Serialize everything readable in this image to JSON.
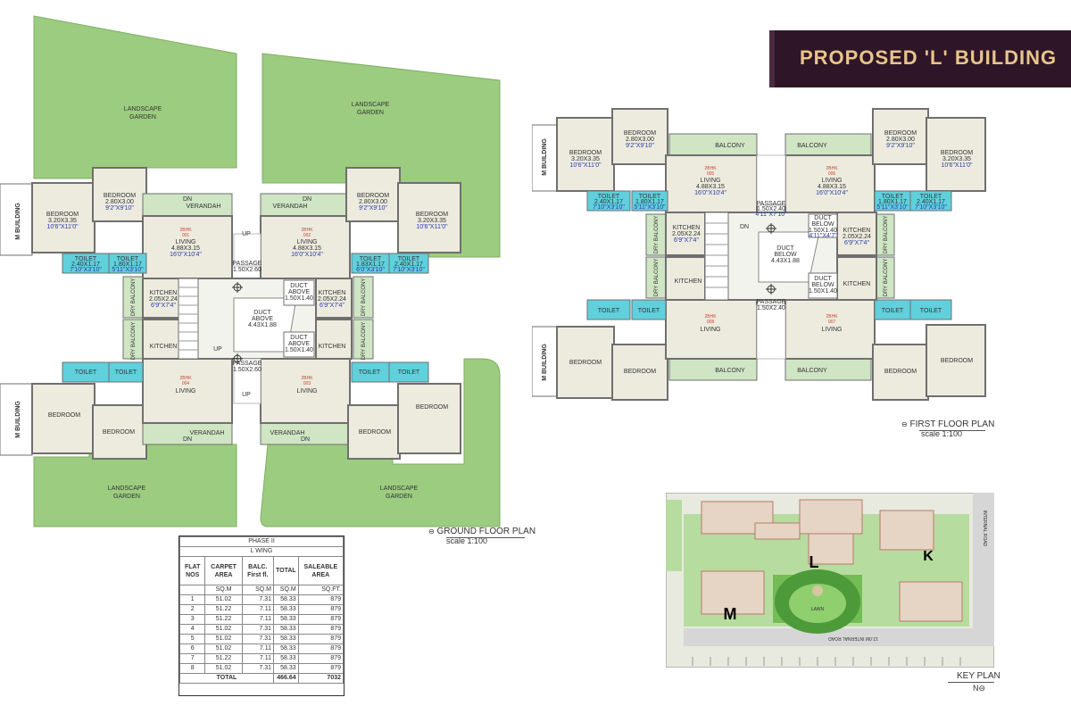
{
  "header": {
    "title": "PROPOSED 'L' BUILDING"
  },
  "ground_plan": {
    "caption": "GROUND FLOOR PLAN",
    "scale": "scale 1:100",
    "north": "N",
    "garden_label_1": "LANDSCAPE",
    "garden_label_2": "GARDEN",
    "m_building": "M BUILDING",
    "passage": "PASSAGE",
    "passage_dim": "1.50X2.60",
    "duct_above": "DUCT",
    "duct_above_2": "ABOVE",
    "duct_small_dim": "1.50X1.40",
    "duct_big_dim": "4.43X1.88",
    "up": "UP",
    "dn": "DN",
    "flats": [
      {
        "id": "001",
        "type": "2BHK",
        "living": "LIVING",
        "living_dim": "4.88X3.15",
        "living_ft": "16'0\"X10'4\""
      },
      {
        "id": "002",
        "type": "2BHK",
        "living": "LIVING",
        "living_dim": "4.88X3.15",
        "living_ft": "16'0\"X10'4\""
      },
      {
        "id": "003",
        "type": "2BHK",
        "living": "LIVING",
        "living_dim": "",
        "living_ft": ""
      },
      {
        "id": "004",
        "type": "2BHK",
        "living": "LIVING",
        "living_dim": "",
        "living_ft": ""
      }
    ],
    "rooms": {
      "bedroom": "BEDROOM",
      "bedroom_a_dim": "2.80X3.00",
      "bedroom_a_ft": "9'2\"X9'10\"",
      "bedroom_b_dim": "3.20X3.35",
      "bedroom_b_ft": "10'6\"X11'0\"",
      "kitchen": "KITCHEN",
      "kitchen_dim": "2.05X2.24",
      "kitchen_ft": "6'9\"X7'4\"",
      "toilet": "TOILET",
      "toilet_a_dim": "2.40X1.17",
      "toilet_a_ft": "7'10\"X3'10\"",
      "toilet_b_dim": "1.80X1.17",
      "toilet_b_ft": "5'11\"X3'10\"",
      "toilet_c_dim": "1.83X1.17",
      "toilet_c_ft": "6'0\"X3'10\"",
      "verandah": "VERANDAH",
      "dry_balcony": "DRY BALCONY"
    }
  },
  "first_plan": {
    "caption": "FIRST FLOOR PLAN",
    "scale": "scale 1:100",
    "north": "N",
    "m_building": "M BUILDING",
    "passage": "PASSAGE",
    "passage_dim": "1.50X2.40",
    "passage_ft": "4'11\"X7'10\"",
    "duct_below": "DUCT",
    "duct_below_2": "BELOW",
    "duct_small_dim": "1.50X1.40",
    "duct_small_ft": "4'11\"X4'7\"",
    "duct_big_dim": "4.43X1.88",
    "dn": "DN",
    "balcony": "BALCONY",
    "flats": [
      {
        "id": "005",
        "type": "2BHK",
        "living": "LIVING",
        "living_dim": "4.88X3.15",
        "living_ft": "16'0\"X10'4\""
      },
      {
        "id": "006",
        "type": "2BHK",
        "living": "LIVING",
        "living_dim": "4.88X3.15",
        "living_ft": "16'0\"X10'4\""
      },
      {
        "id": "007",
        "type": "2BHK",
        "living": "LIVING",
        "living_dim": "",
        "living_ft": ""
      },
      {
        "id": "008",
        "type": "2BHK",
        "living": "LIVING",
        "living_dim": "",
        "living_ft": ""
      }
    ]
  },
  "key_plan": {
    "caption": "KEY PLAN",
    "north": "N",
    "label_l": "L",
    "label_k": "K",
    "label_m": "M",
    "lawn": "LAWN",
    "road_bottom": "12.0M INTERNAL ROAD",
    "road_right": "INTERNAL ROAD"
  },
  "area_table": {
    "title": "PHASE II",
    "subtitle": "L WING",
    "headers": [
      "FLAT NOS",
      "CARPET AREA",
      "BALC. First fl.",
      "TOTAL",
      "SALEABLE AREA"
    ],
    "units": [
      "",
      "SQ.M",
      "SQ.M",
      "SQ.M",
      "SQ.FT."
    ],
    "rows": [
      [
        "1",
        "51.02",
        "7.31",
        "58.33",
        "879"
      ],
      [
        "2",
        "51.22",
        "7.11",
        "58.33",
        "879"
      ],
      [
        "3",
        "51.22",
        "7.11",
        "58.33",
        "879"
      ],
      [
        "4",
        "51.02",
        "7.31",
        "58.33",
        "879"
      ],
      [
        "5",
        "51.02",
        "7.31",
        "58.33",
        "879"
      ],
      [
        "6",
        "51.02",
        "7.11",
        "58.33",
        "879"
      ],
      [
        "7",
        "51.22",
        "7.11",
        "58.33",
        "879"
      ],
      [
        "8",
        "51.02",
        "7.31",
        "58.33",
        "879"
      ]
    ],
    "total_label": "TOTAL",
    "total_area": "466.64",
    "total_saleable": "7032"
  },
  "colors": {
    "banner": "#2e1628",
    "banner_text": "#e8c58b",
    "garden": "#9ccc7f",
    "room_fill": "#ecebde",
    "toilet_fill": "#5fd0dc",
    "balcony_fill": "#cfe5c4",
    "wall": "#6f6f6f"
  }
}
